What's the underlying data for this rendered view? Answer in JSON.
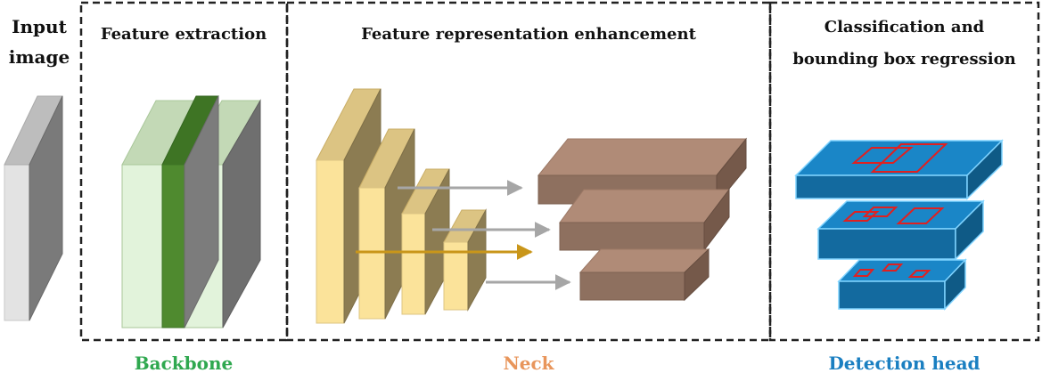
{
  "input": {
    "title_line1": "Input",
    "title_line2": "image"
  },
  "backbone": {
    "title": "Feature extraction",
    "footer": "Backbone",
    "footer_color": "#2fa84f"
  },
  "neck": {
    "title": "Feature representation enhancement",
    "footer": "Neck",
    "footer_color": "#e8955b"
  },
  "head": {
    "title_line1": "Classification and",
    "title_line2": "bounding box regression",
    "footer": "Detection head",
    "footer_color": "#1a7fc1"
  },
  "colors": {
    "input_block": "#d9d9d9",
    "backbone_block": "#dcefd3",
    "backbone_dark": "#4f8a2f",
    "neck_pyramid": "#fbe39a",
    "neck_feature": "#b08b77",
    "neck_arrow_gray": "#a6a6a6",
    "neck_arrow_gold": "#c9961a",
    "head_plate": "#1a86c7",
    "head_box": "#e02020"
  }
}
